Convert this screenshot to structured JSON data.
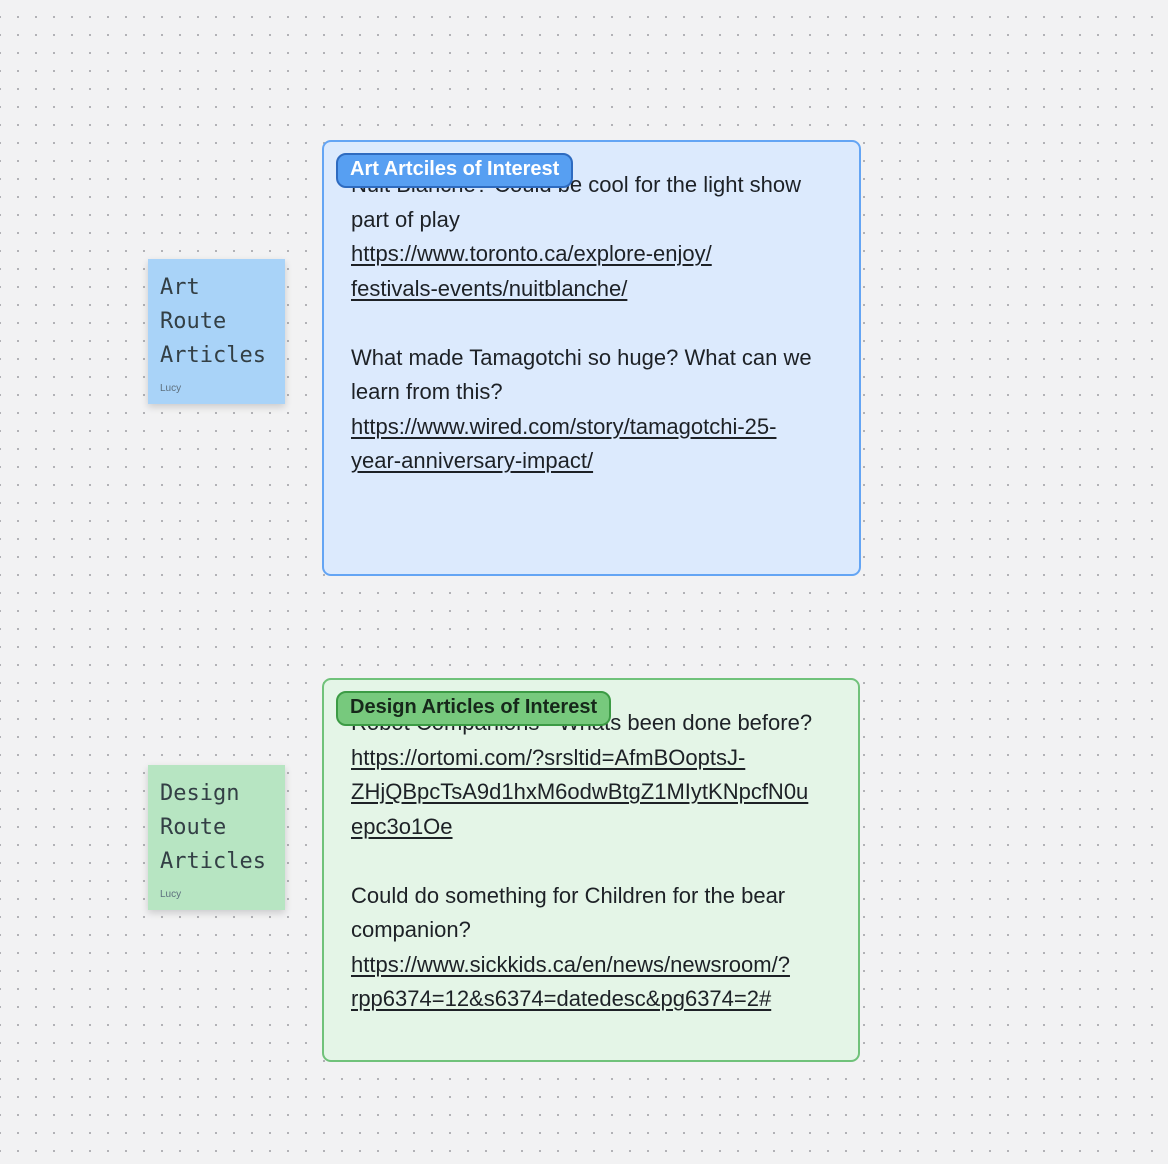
{
  "canvas": {
    "background": "#f2f2f3",
    "dot_color": "#b2b2b6"
  },
  "stickies": [
    {
      "title_lines": [
        "Art",
        "Route",
        "Articles"
      ],
      "author": "Lucy",
      "color": "#a9d3f8"
    },
    {
      "title_lines": [
        "Design",
        "Route",
        "Articles"
      ],
      "author": "Lucy",
      "color": "#b7e5c2"
    }
  ],
  "notes": [
    {
      "label": "Art Artciles of Interest",
      "label_bg": "#579ff2",
      "label_border": "#2e6bc0",
      "label_text_color": "#ffffff",
      "box_bg": "#dceafd",
      "box_border": "#64a5f4",
      "lines": [
        {
          "text": "Nuit Blanche? Could be cool for the light show",
          "link": false
        },
        {
          "text": "part of play",
          "link": false
        },
        {
          "text": "https://www.toronto.ca/explore-enjoy/",
          "link": true
        },
        {
          "text": "festivals-events/nuitblanche/",
          "link": true
        },
        {
          "text": "",
          "link": false
        },
        {
          "text": "What made Tamagotchi so huge? What can we",
          "link": false
        },
        {
          "text": "learn from this?",
          "link": false
        },
        {
          "text": "https://www.wired.com/story/tamagotchi-25-",
          "link": true
        },
        {
          "text": "year-anniversary-impact/",
          "link": true
        }
      ]
    },
    {
      "label": "Design Articles of Interest",
      "label_bg": "#77c97d",
      "label_border": "#3c9b45",
      "label_text_color": "#16281a",
      "box_bg": "#e4f5e7",
      "box_border": "#70c27a",
      "lines": [
        {
          "text": "Robot Companions - Whats been done before?",
          "link": false
        },
        {
          "text": "https://ortomi.com/?srsltid=AfmBOoptsJ-",
          "link": true
        },
        {
          "text": "ZHjQBpcTsA9d1hxM6odwBtgZ1MIytKNpcfN0u",
          "link": true
        },
        {
          "text": "epc3o1Oe",
          "link": true
        },
        {
          "text": "",
          "link": false
        },
        {
          "text": "Could do something for Children for the bear",
          "link": false
        },
        {
          "text": "companion?",
          "link": false
        },
        {
          "text": "https://www.sickkids.ca/en/news/newsroom/?",
          "link": true
        },
        {
          "text": "rpp6374=12&s6374=datedesc&pg6374=2#",
          "link": true
        }
      ]
    }
  ]
}
